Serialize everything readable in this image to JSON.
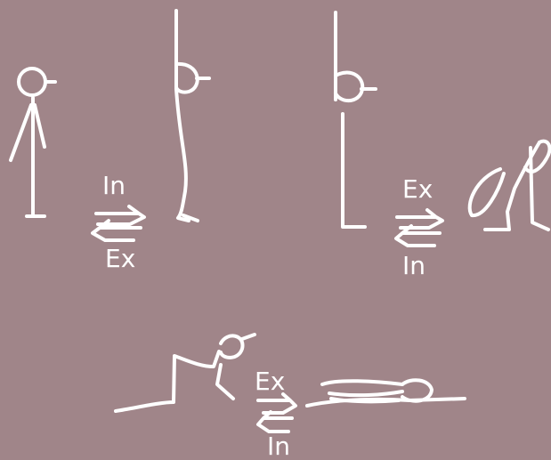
{
  "background_color": "#a08589",
  "stroke_color": "#ffffff",
  "breath_labels": {
    "arrow_1": {
      "top": "In",
      "bottom": "Ex"
    },
    "arrow_2": {
      "top": "Ex",
      "bottom": "In"
    },
    "arrow_3": {
      "top": "Ex",
      "bottom": "In"
    }
  }
}
